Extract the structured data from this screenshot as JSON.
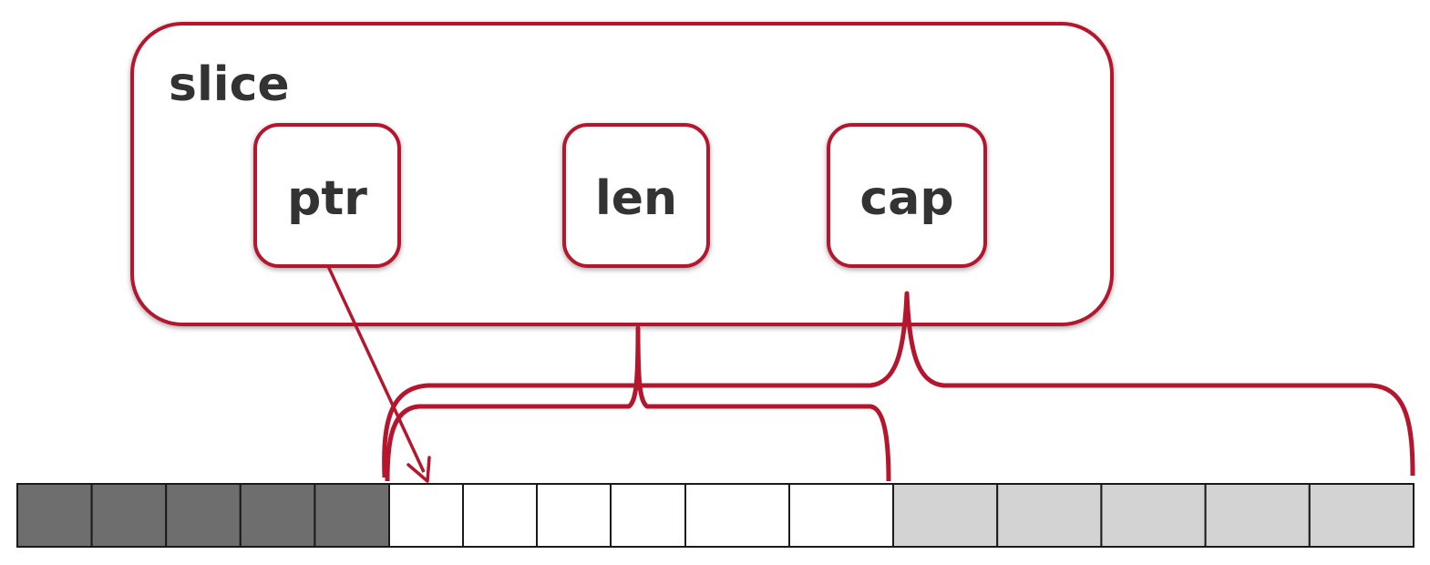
{
  "slice": {
    "title": "slice",
    "fields": [
      {
        "label": "ptr"
      },
      {
        "label": "len"
      },
      {
        "label": "cap"
      }
    ]
  },
  "array": {
    "cell_groups": [
      {
        "state": "before-slice",
        "count": 5
      },
      {
        "state": "in-len",
        "count": 6
      },
      {
        "state": "in-cap-beyond-len",
        "count": 5
      }
    ]
  },
  "colors": {
    "accent": "#b5162e",
    "text": "#333333",
    "cell_before": "#6e6e6e",
    "cell_in_len": "#ffffff",
    "cell_cap_only": "#d3d3d3",
    "cell_border": "#1a1a1a"
  }
}
